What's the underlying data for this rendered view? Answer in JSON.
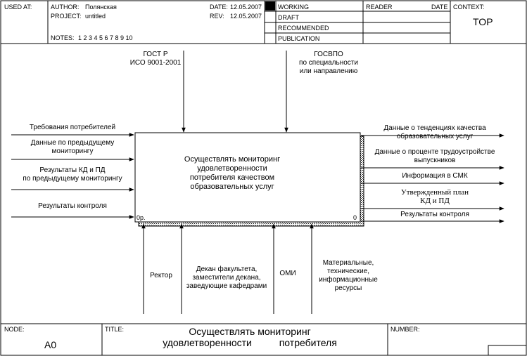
{
  "header": {
    "used_at_label": "USED AT:",
    "author_label": "AUTHOR:",
    "author_value": "Полянская",
    "project_label": "PROJECT:",
    "project_value": "untitled",
    "date_label": "DATE:",
    "date_value": "12.05.2007",
    "rev_label": "REV:",
    "rev_value": "12.05.2007",
    "notes_label": "NOTES:",
    "notes_numbers": "1  2  3  4  5  6  7  8  9  10",
    "status": [
      "WORKING",
      "DRAFT",
      "RECOMMENDED",
      "PUBLICATION"
    ],
    "reader_label": "READER",
    "reader_date_label": "DATE",
    "context_label": "CONTEXT:",
    "context_value": "TOP"
  },
  "diagram": {
    "activity": {
      "line1": "Осуществлять мониторинг",
      "line2": "удовлетворенности",
      "line3": "потребителя качеством",
      "line4": "образовательных услуг",
      "cost_label": "0р.",
      "number": "0"
    },
    "controls": [
      {
        "line1": "ГОСТ Р",
        "line2": "ИСО 9001-2001"
      },
      {
        "line1": "ГОСВПО",
        "line2": "по специальности",
        "line3": "или направлению"
      }
    ],
    "inputs": [
      {
        "line1": "Требования потребителей"
      },
      {
        "line1": "Данные  по предыдущему",
        "line2": "мониторингу"
      },
      {
        "line1": "Результаты КД и ПД",
        "line2": "по предыдущему мониторингу"
      },
      {
        "line1": "Результаты контроля"
      }
    ],
    "outputs": [
      {
        "line1": "Данные о тенденциях качества",
        "line2": "образовательных услуг"
      },
      {
        "line1": "Данные о проценте трудоустройстве",
        "line2": "выпускников"
      },
      {
        "line1": "Информация в СМК"
      },
      {
        "line1": "Утвержденный план",
        "line2": "КД и ПД"
      },
      {
        "line1": "Результаты контроля"
      }
    ],
    "mechanisms": [
      {
        "line1": "Ректор"
      },
      {
        "line1": "Декан факультета,",
        "line2": "заместители декана,",
        "line3": "заведующие кафедрами"
      },
      {
        "line1": "ОМИ"
      },
      {
        "line1": "Материальные,",
        "line2": "технические,",
        "line3": "информационные",
        "line4": "ресурсы"
      }
    ]
  },
  "footer": {
    "node_label": "NODE:",
    "node_value": "A0",
    "title_label": "TITLE:",
    "title_line1": "Осуществлять мониторинг",
    "title_line2": "удовлетворенности          потребителя",
    "number_label": "NUMBER:"
  }
}
